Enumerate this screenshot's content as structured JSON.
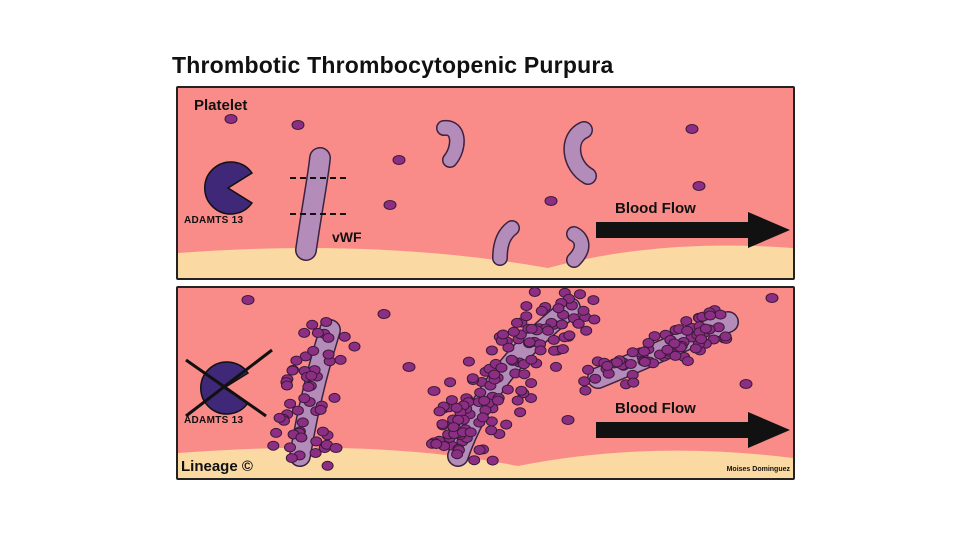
{
  "title": "Thrombotic Thrombocytopenic Purpura",
  "top_panel": {
    "platelet_label": "Platelet",
    "enzyme_label": "ADAMTS 13",
    "vwf_label": "vWF",
    "flow_label": "Blood Flow"
  },
  "bottom_panel": {
    "enzyme_label": "ADAMTS 13",
    "flow_label": "Blood Flow",
    "lineage_label": "Lineage ©",
    "author_label": "Moises Dominguez"
  },
  "colors": {
    "vessel": "#f98b88",
    "wall": "#fbd9a3",
    "platelet": "#8c2f84",
    "vwf": "#b48cb9",
    "enzyme": "#3e2877"
  },
  "icons": [
    "pacman-enzyme-icon",
    "cross-mark-icon",
    "arrow-right-icon"
  ]
}
